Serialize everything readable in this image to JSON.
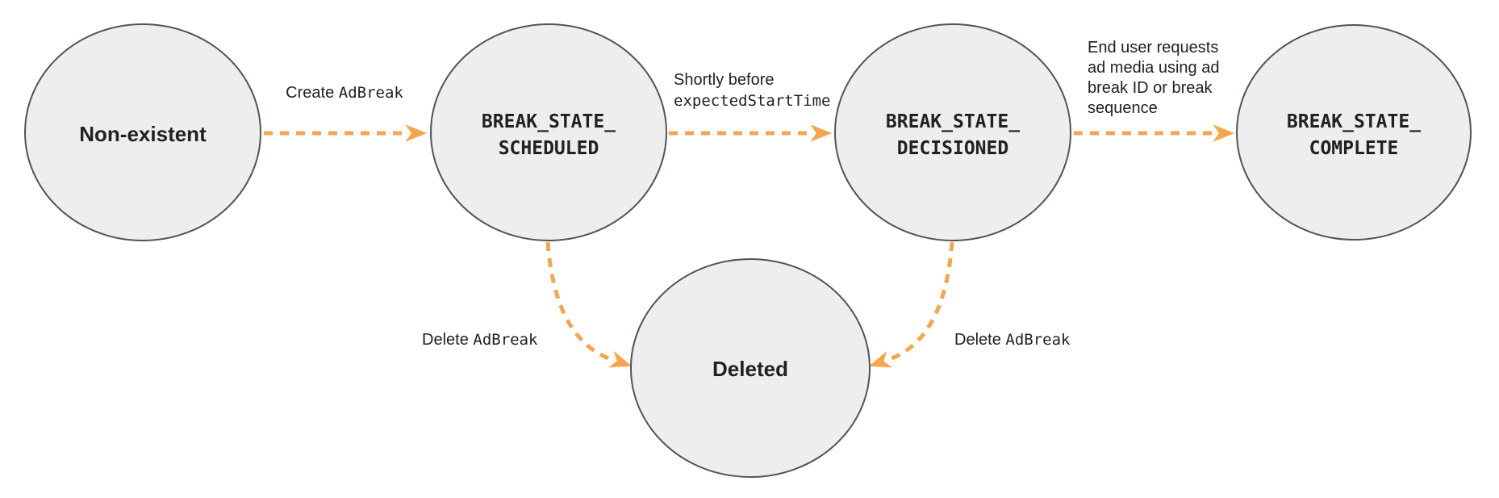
{
  "colors": {
    "arrow": "#F6A64A",
    "node_fill": "#EEEEEE",
    "node_stroke": "#515459",
    "text": "#202124",
    "background": "#FFFFFF"
  },
  "chart_data": {
    "type": "state-diagram",
    "states": [
      {
        "id": "non-existent",
        "label": "Non-existent"
      },
      {
        "id": "break-state-scheduled",
        "label_line1": "BREAK_STATE_",
        "label_line2": "SCHEDULED"
      },
      {
        "id": "break-state-decisioned",
        "label_line1": "BREAK_STATE_",
        "label_line2": "DECISIONED"
      },
      {
        "id": "break-state-complete",
        "label_line1": "BREAK_STATE_",
        "label_line2": "COMPLETE"
      },
      {
        "id": "deleted",
        "label": "Deleted"
      }
    ],
    "transitions": [
      {
        "from": "non-existent",
        "to": "break-state-scheduled",
        "label_plain": "Create ",
        "label_code": "AdBreak"
      },
      {
        "from": "break-state-scheduled",
        "to": "break-state-decisioned",
        "label_line1": "Shortly before",
        "label_line2_code": "expectedStartTime"
      },
      {
        "from": "break-state-decisioned",
        "to": "break-state-complete",
        "label_lines": [
          "End user requests",
          "ad media using ad",
          "break ID or break",
          "sequence"
        ]
      },
      {
        "from": "break-state-scheduled",
        "to": "deleted",
        "label_plain": "Delete ",
        "label_code": "AdBreak"
      },
      {
        "from": "break-state-decisioned",
        "to": "deleted",
        "label_plain": "Delete ",
        "label_code": "AdBreak"
      }
    ]
  }
}
